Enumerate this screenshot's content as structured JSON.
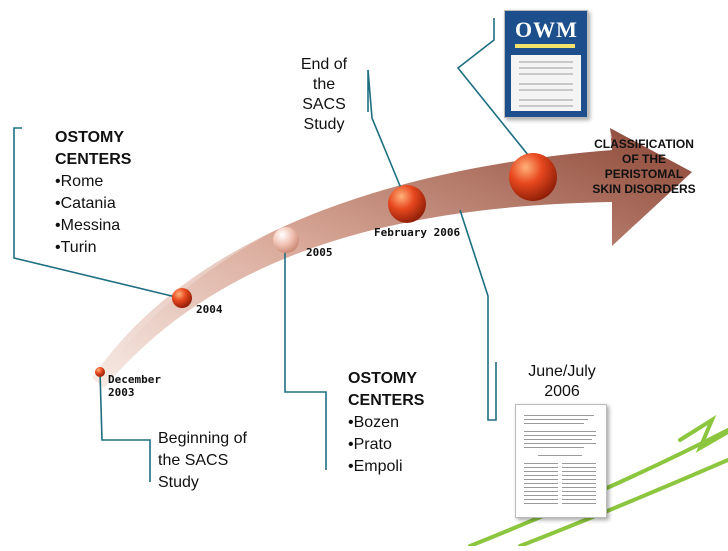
{
  "milestones": [
    {
      "id": "dec2003",
      "date_line1": "December",
      "date_line2": "2003"
    },
    {
      "id": "2004",
      "date": "2004"
    },
    {
      "id": "2005",
      "date": "2005"
    },
    {
      "id": "feb2006",
      "date": "February 2006"
    },
    {
      "id": "junjul2006"
    }
  ],
  "callouts": {
    "beginning": {
      "line1": "Beginning of",
      "line2": "the SACS",
      "line3": "Study"
    },
    "end": {
      "line1": "End of",
      "line2": "the",
      "line3": "SACS",
      "line4": "Study"
    },
    "centers_1": {
      "title1": "OSTOMY",
      "title2": "CENTERS",
      "items": [
        "Rome",
        "Catania",
        "Messina",
        "Turin"
      ]
    },
    "centers_2": {
      "title1": "OSTOMY",
      "title2": "CENTERS",
      "items": [
        "Bozen",
        "Prato",
        "Empoli"
      ]
    },
    "june": {
      "line1": "June/July",
      "line2": "2006"
    },
    "classification": {
      "line1": "CLASSIFICATION",
      "line2": "OF THE",
      "line3": "PERISTOMAL",
      "line4": "SKIN DISORDERS"
    }
  },
  "journal_cover": {
    "logo": "OWM"
  },
  "colors": {
    "arrow_light": "#f3e3dd",
    "arrow_mid": "#c78a78",
    "arrow_dark": "#7a3a2c",
    "node": "#e8481f",
    "connector": "#1e6e80",
    "accent_green": "#8cc63f"
  }
}
